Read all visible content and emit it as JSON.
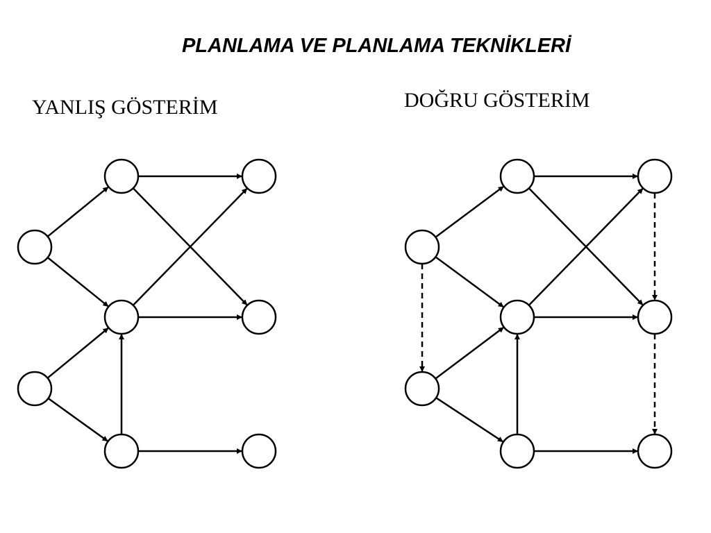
{
  "title": "PLANLAMA VE PLANLAMA TEKNİKLERİ",
  "left_diagram": {
    "label": "YANLIŞ GÖSTERİM",
    "nodes": [
      "n1",
      "n2",
      "n3",
      "n4",
      "n5",
      "n6",
      "n7",
      "n8"
    ],
    "edges": [
      {
        "from": "n1",
        "to": "n2",
        "style": "solid"
      },
      {
        "from": "n1",
        "to": "n3",
        "style": "solid"
      },
      {
        "from": "n2",
        "to": "n6",
        "style": "solid"
      },
      {
        "from": "n2",
        "to": "n7",
        "style": "solid"
      },
      {
        "from": "n3",
        "to": "n6",
        "style": "solid"
      },
      {
        "from": "n3",
        "to": "n7",
        "style": "solid"
      },
      {
        "from": "n4",
        "to": "n3",
        "style": "solid"
      },
      {
        "from": "n4",
        "to": "n5",
        "style": "solid"
      },
      {
        "from": "n5",
        "to": "n3",
        "style": "solid"
      },
      {
        "from": "n5",
        "to": "n8",
        "style": "solid"
      }
    ]
  },
  "right_diagram": {
    "label": "DOĞRU GÖSTERİM",
    "nodes": [
      "n1",
      "n2",
      "n3",
      "n4",
      "n5",
      "n6",
      "n7",
      "n8"
    ],
    "edges": [
      {
        "from": "n1",
        "to": "n2",
        "style": "solid"
      },
      {
        "from": "n1",
        "to": "n3",
        "style": "solid"
      },
      {
        "from": "n1",
        "to": "n4",
        "style": "dashed"
      },
      {
        "from": "n2",
        "to": "n6",
        "style": "solid"
      },
      {
        "from": "n2",
        "to": "n7",
        "style": "solid"
      },
      {
        "from": "n3",
        "to": "n6",
        "style": "solid"
      },
      {
        "from": "n3",
        "to": "n7",
        "style": "solid"
      },
      {
        "from": "n4",
        "to": "n3",
        "style": "solid"
      },
      {
        "from": "n4",
        "to": "n5",
        "style": "solid"
      },
      {
        "from": "n5",
        "to": "n3",
        "style": "solid"
      },
      {
        "from": "n5",
        "to": "n8",
        "style": "solid"
      },
      {
        "from": "n6",
        "to": "n7",
        "style": "dashed"
      },
      {
        "from": "n7",
        "to": "n8",
        "style": "dashed"
      }
    ]
  },
  "colors": {
    "stroke": "#000000",
    "node_fill": "#ffffff",
    "background": "#ffffff"
  }
}
